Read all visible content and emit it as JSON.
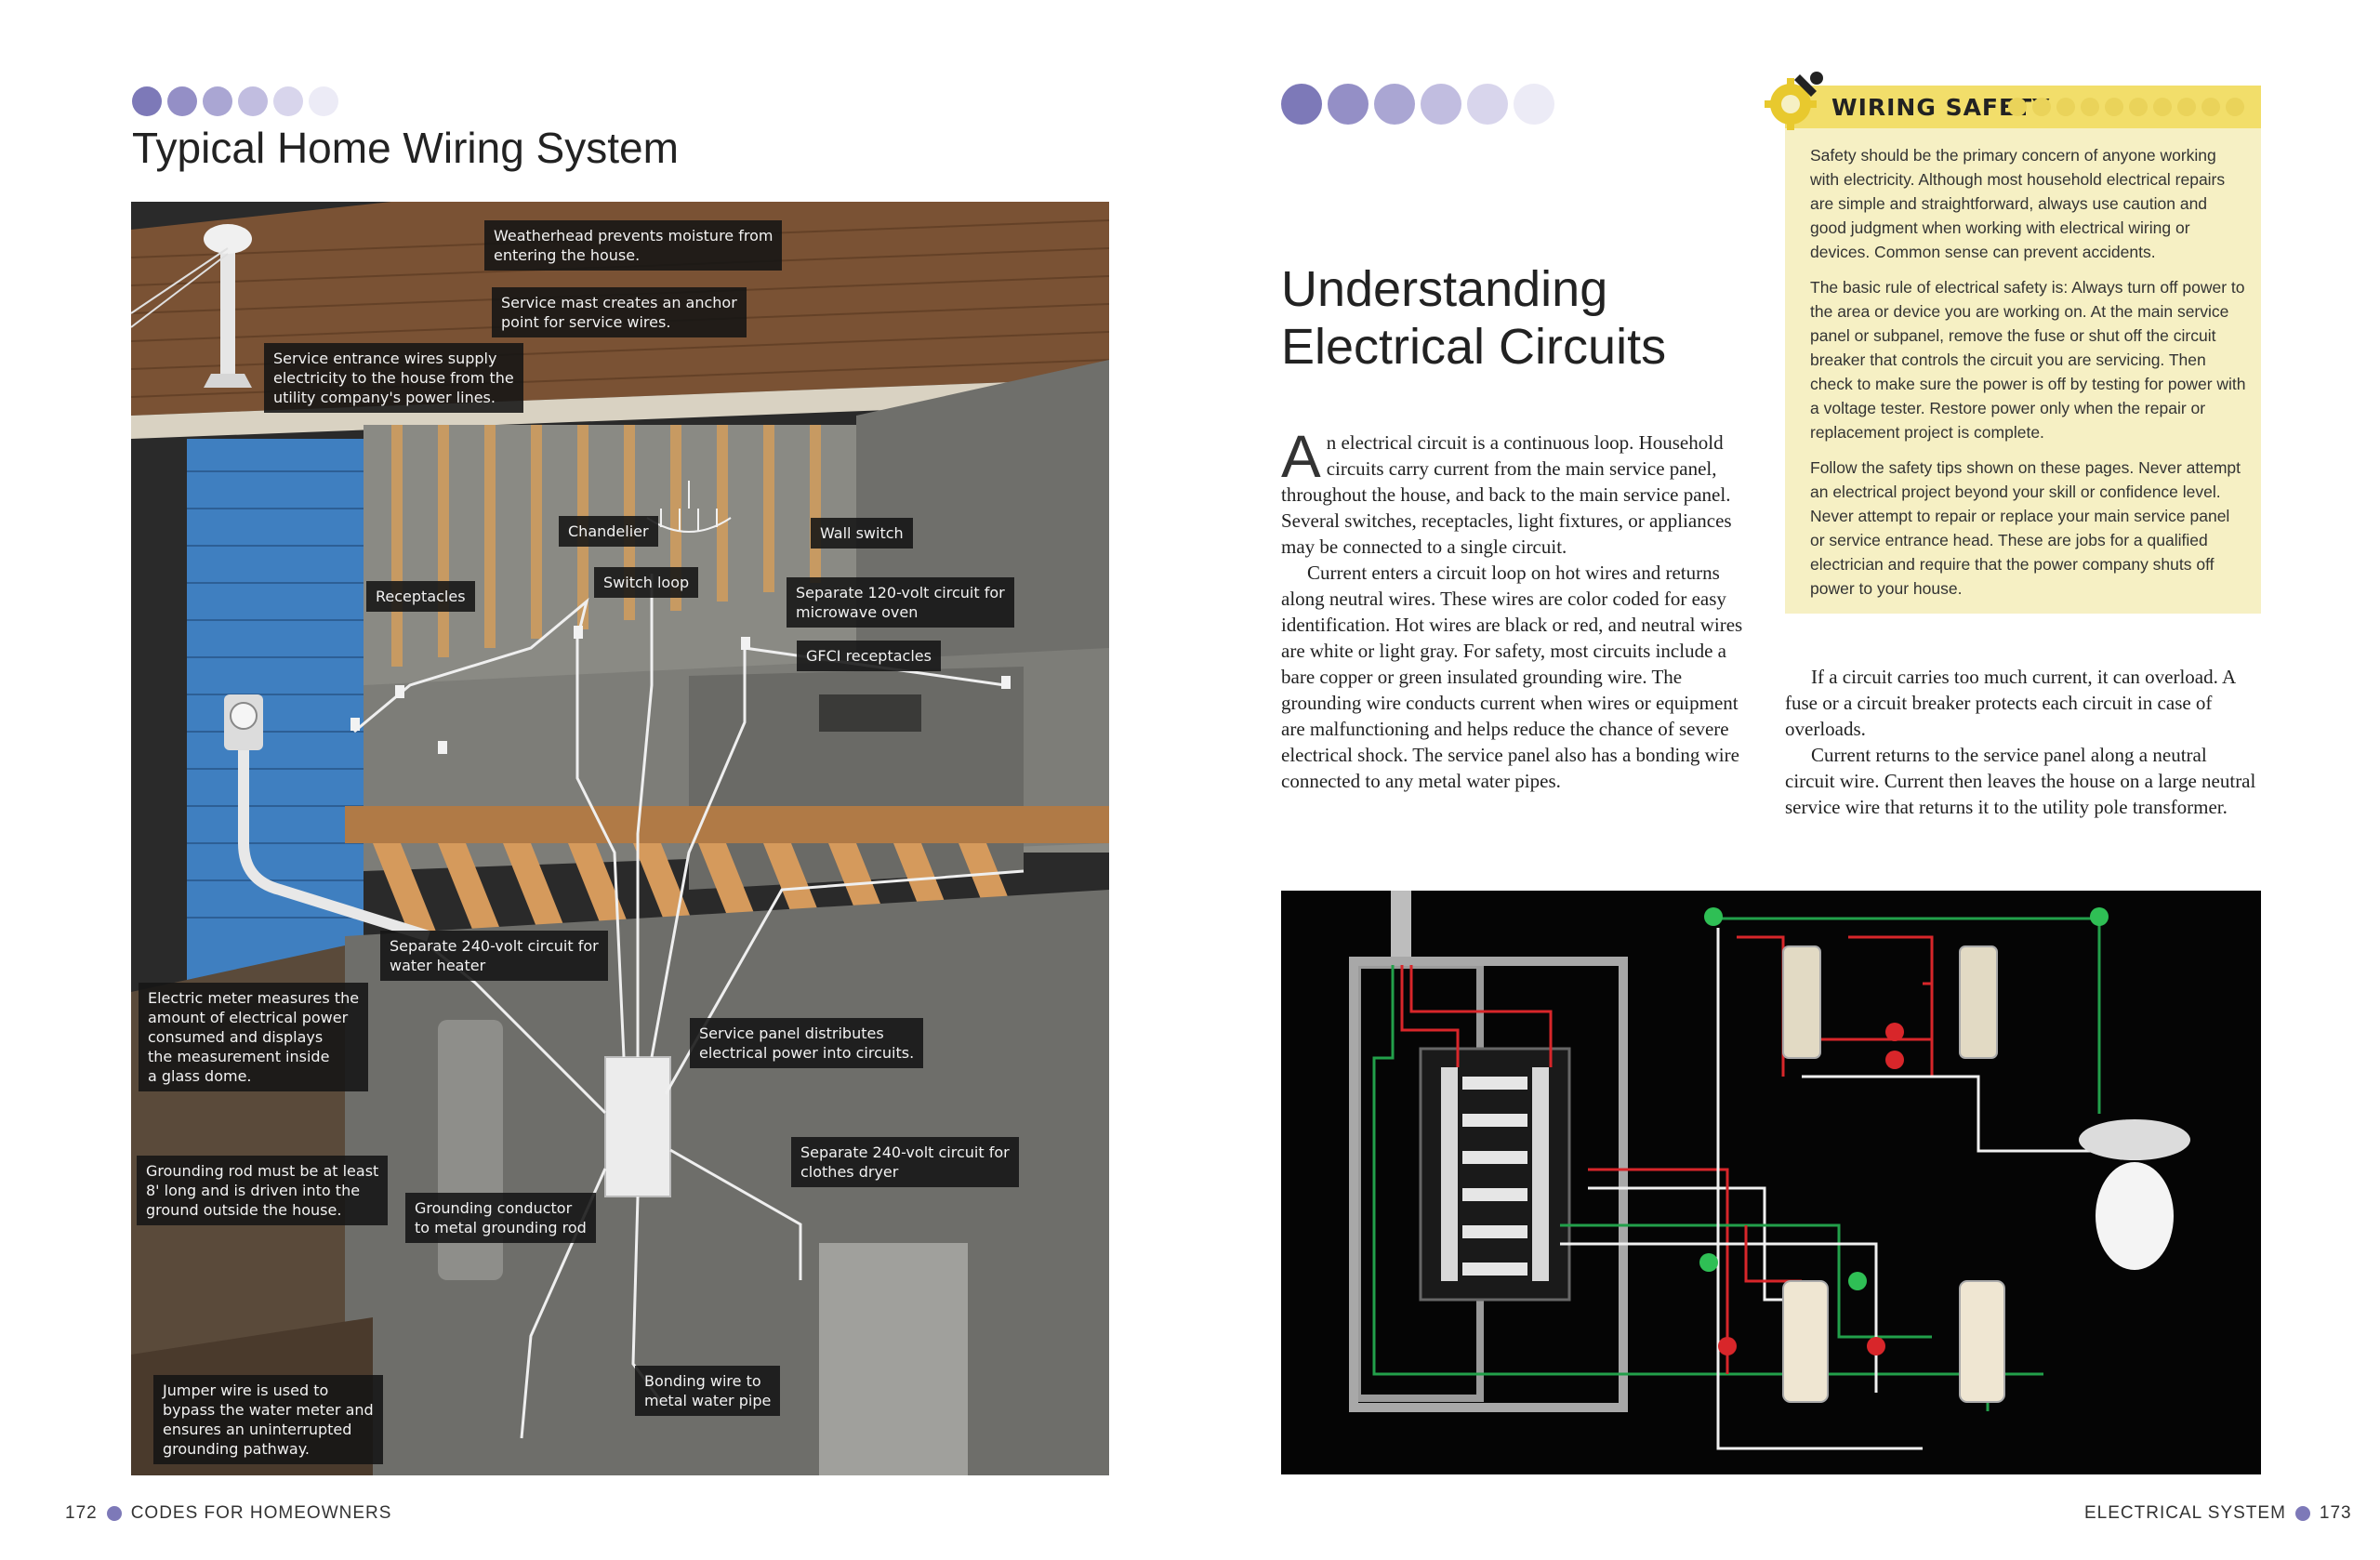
{
  "left_page": {
    "title": "Typical Home Wiring System",
    "dot_colors": [
      "#7d79b8",
      "#948fc6",
      "#aaa6d3",
      "#c1bde0",
      "#d8d5ec",
      "#ecebf6"
    ],
    "callouts": {
      "weatherhead": "Weatherhead prevents moisture from\nentering the house.",
      "service_mast": "Service mast creates an anchor\npoint for service wires.",
      "service_entrance": "Service entrance wires supply\nelectricity to the house from the\nutility company's power lines.",
      "chandelier": "Chandelier",
      "wall_switch": "Wall switch",
      "receptacles": "Receptacles",
      "switch_loop": "Switch loop",
      "microwave": "Separate 120-volt circuit for\nmicrowave oven",
      "gfci": "GFCI receptacles",
      "water_heater": "Separate 240-volt circuit for\nwater heater",
      "meter": "Electric meter measures the\namount of electrical power\nconsumed and displays\nthe measurement inside\na glass dome.",
      "service_panel": "Service panel distributes\nelectrical power into circuits.",
      "dryer": "Separate 240-volt circuit for\nclothes dryer",
      "grounding_rod": "Grounding rod must be at least\n8' long and is driven into the\nground outside the house.",
      "grounding_conductor": "Grounding conductor\nto metal grounding rod",
      "jumper": "Jumper wire is used to\nbypass the water meter and\nensures an uninterrupted\ngrounding pathway.",
      "bonding": "Bonding wire to\nmetal water pipe"
    },
    "footer": {
      "page_number": "172",
      "section": "CODES FOR HOMEOWNERS"
    }
  },
  "right_page": {
    "title_line1": "Understanding",
    "title_line2": "Electrical Circuits",
    "dropcap": "A",
    "col1": {
      "p1": "n electrical circuit is a continuous loop. Household circuits carry current from the main service panel, throughout the house, and back to the main service panel. Several switches, receptacles, light fixtures, or appliances may be connected to a single circuit.",
      "p2": "Current enters a circuit loop on hot wires and returns along neutral wires. These wires are color coded for easy identification. Hot wires are black or red, and neutral wires are white or light gray. For safety, most circuits include a bare copper or green insulated grounding wire. The grounding wire conducts current when wires or equipment are malfunctioning and helps reduce the chance of severe electrical shock. The service panel also has a bonding wire connected to any metal water pipes."
    },
    "col2": {
      "p1": "If a circuit carries too much current, it can overload. A fuse or a circuit breaker protects each circuit in case of overloads.",
      "p2": "Current returns to the service panel along a neutral circuit wire. Current then leaves the house on a large neutral service wire that returns it to the utility pole transformer."
    },
    "safety": {
      "title": "WIRING SAFETY",
      "p1": "Safety should be the primary concern of anyone working with electricity. Although most household electrical repairs are simple and straightforward, always use caution and good judgment when working with electrical wiring or devices. Common sense can prevent accidents.",
      "p2": "The basic rule of electrical safety is: Always turn off power to the area or device you are working on. At the main service panel or subpanel, remove the fuse or shut off the circuit breaker that controls the circuit you are servicing. Then check to make sure the power is off by testing for power with a voltage tester. Restore power only when the repair or replacement project is complete.",
      "p3": "Follow the safety tips shown on these pages. Never attempt an electrical project beyond your skill or confidence level. Never attempt to repair or replace your main service panel or service entrance head. These are jobs for a qualified electrician and require that the power company shuts off power to your house."
    },
    "footer": {
      "section": "ELECTRICAL SYSTEM",
      "page_number": "173"
    }
  },
  "colors": {
    "accent_purple": "#7d79b8",
    "safety_yellow": "#f2de6a",
    "safety_bg": "#f6f0c4",
    "hot_wire": "#d8262a",
    "ground_wire": "#22a04a",
    "neutral_wire": "#f0f0f0"
  },
  "icons": {
    "safety_icon": "wrench-gear-icon"
  }
}
